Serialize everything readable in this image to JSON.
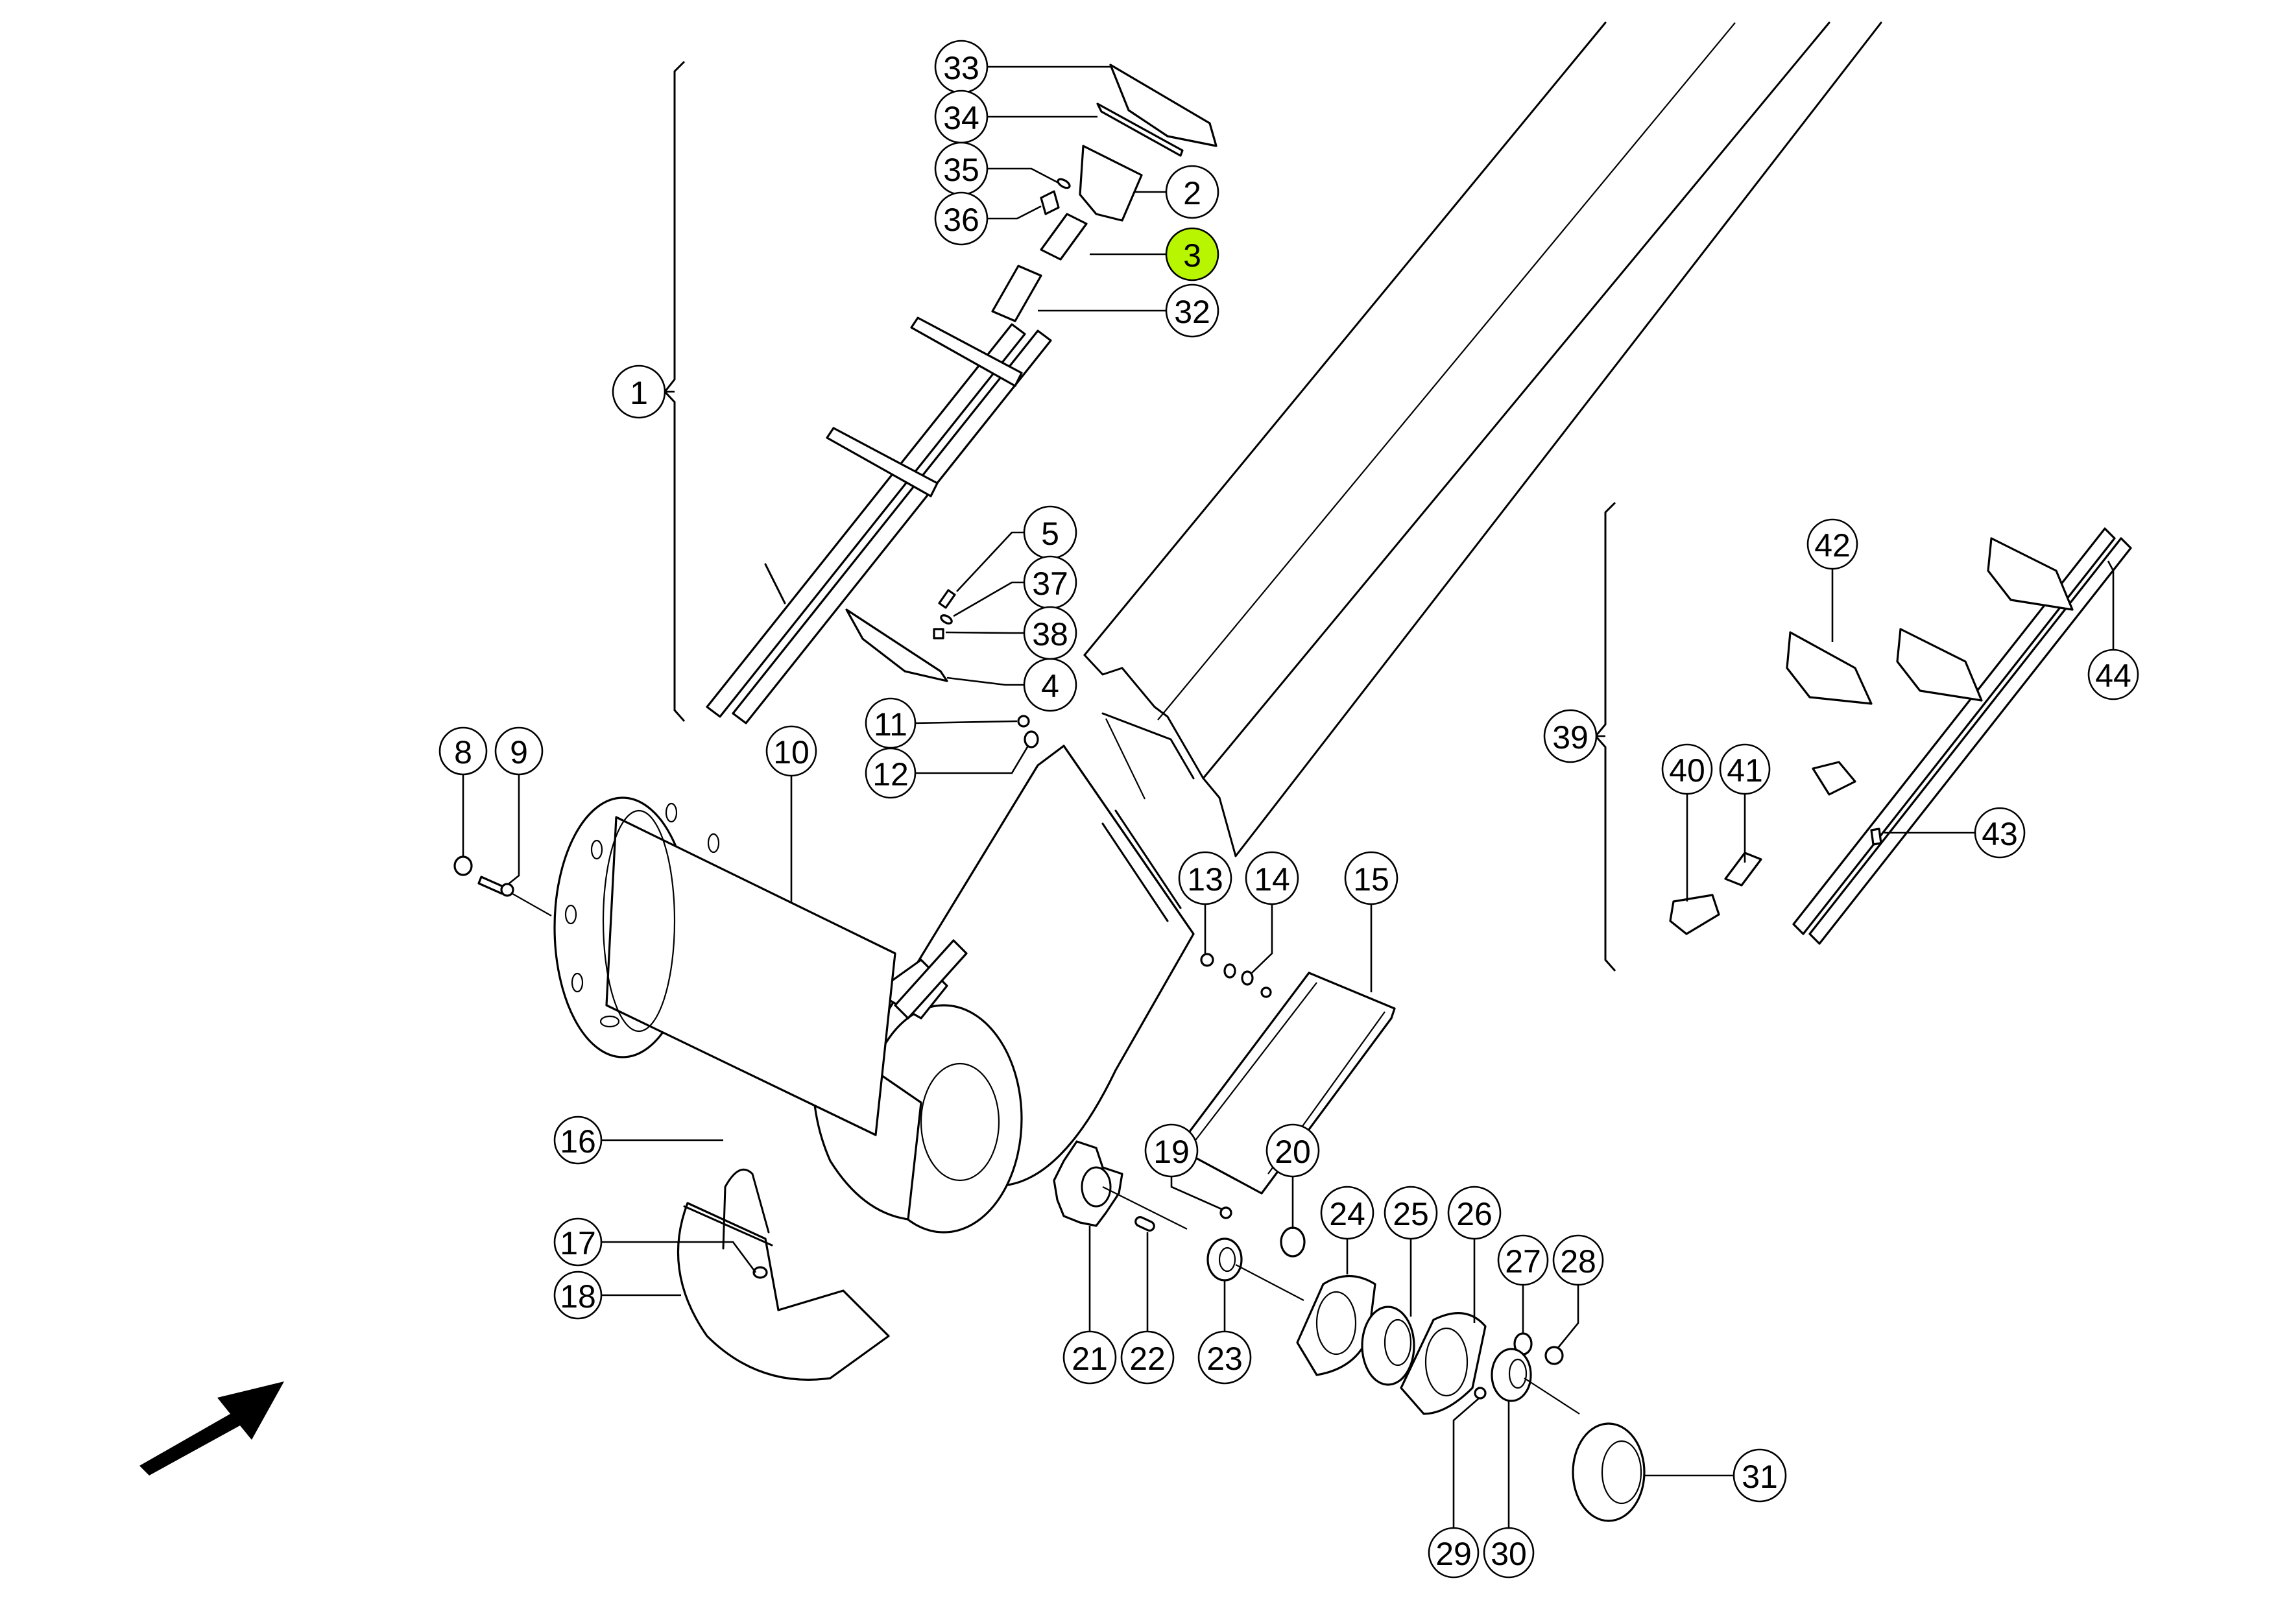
{
  "diagram": {
    "type": "exploded-parts-diagram",
    "highlight_color": "#b8f500",
    "highlighted_callout": "3",
    "callouts": [
      {
        "label": "1"
      },
      {
        "label": "2"
      },
      {
        "label": "3",
        "highlighted": true
      },
      {
        "label": "4"
      },
      {
        "label": "5"
      },
      {
        "label": "8"
      },
      {
        "label": "9"
      },
      {
        "label": "10"
      },
      {
        "label": "11"
      },
      {
        "label": "12"
      },
      {
        "label": "13"
      },
      {
        "label": "14"
      },
      {
        "label": "15"
      },
      {
        "label": "16"
      },
      {
        "label": "17"
      },
      {
        "label": "18"
      },
      {
        "label": "19"
      },
      {
        "label": "20"
      },
      {
        "label": "21"
      },
      {
        "label": "22"
      },
      {
        "label": "23"
      },
      {
        "label": "24"
      },
      {
        "label": "25"
      },
      {
        "label": "26"
      },
      {
        "label": "27"
      },
      {
        "label": "28"
      },
      {
        "label": "29"
      },
      {
        "label": "30"
      },
      {
        "label": "31"
      },
      {
        "label": "32"
      },
      {
        "label": "33"
      },
      {
        "label": "34"
      },
      {
        "label": "35"
      },
      {
        "label": "36"
      },
      {
        "label": "37"
      },
      {
        "label": "38"
      },
      {
        "label": "39"
      },
      {
        "label": "40"
      },
      {
        "label": "41"
      },
      {
        "label": "42"
      },
      {
        "label": "43"
      },
      {
        "label": "44"
      }
    ],
    "assemblies": [
      {
        "label": "1",
        "members": [
          "2",
          "3",
          "4",
          "5",
          "32",
          "33",
          "34",
          "35",
          "36",
          "37",
          "38"
        ]
      },
      {
        "label": "39",
        "members": [
          "40",
          "41",
          "42",
          "43",
          "44"
        ]
      }
    ],
    "direction_arrow": "arrow-up-right-icon"
  }
}
